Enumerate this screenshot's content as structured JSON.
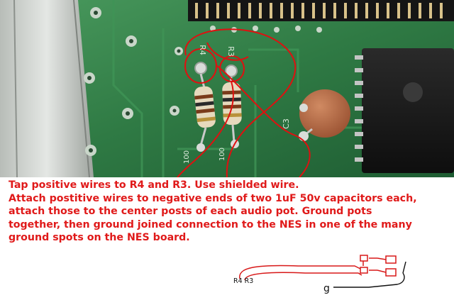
{
  "photo": {
    "subject": "NES motherboard close-up",
    "silkscreen": {
      "r4": "R4",
      "r3": "R3",
      "c3": "C3",
      "value_left": "100",
      "value_right": "100"
    }
  },
  "instructions": {
    "lines": [
      "Tap positive wires to R4 and R3. Use shielded wire.",
      "Attach postitive wires to negative ends of two 1uF 50v capacitors each,",
      "attach those to the center posts of each audio pot. Ground pots",
      "together, then ground joined connection to the NES in one of the many",
      "ground spots on the NES board."
    ]
  },
  "diagram": {
    "label": "R4 R3",
    "ground_mark": "g"
  },
  "colors": {
    "text_red": "#e01a1a",
    "pcb_green": "#2f7a44",
    "annotation_red": "#e01010"
  }
}
